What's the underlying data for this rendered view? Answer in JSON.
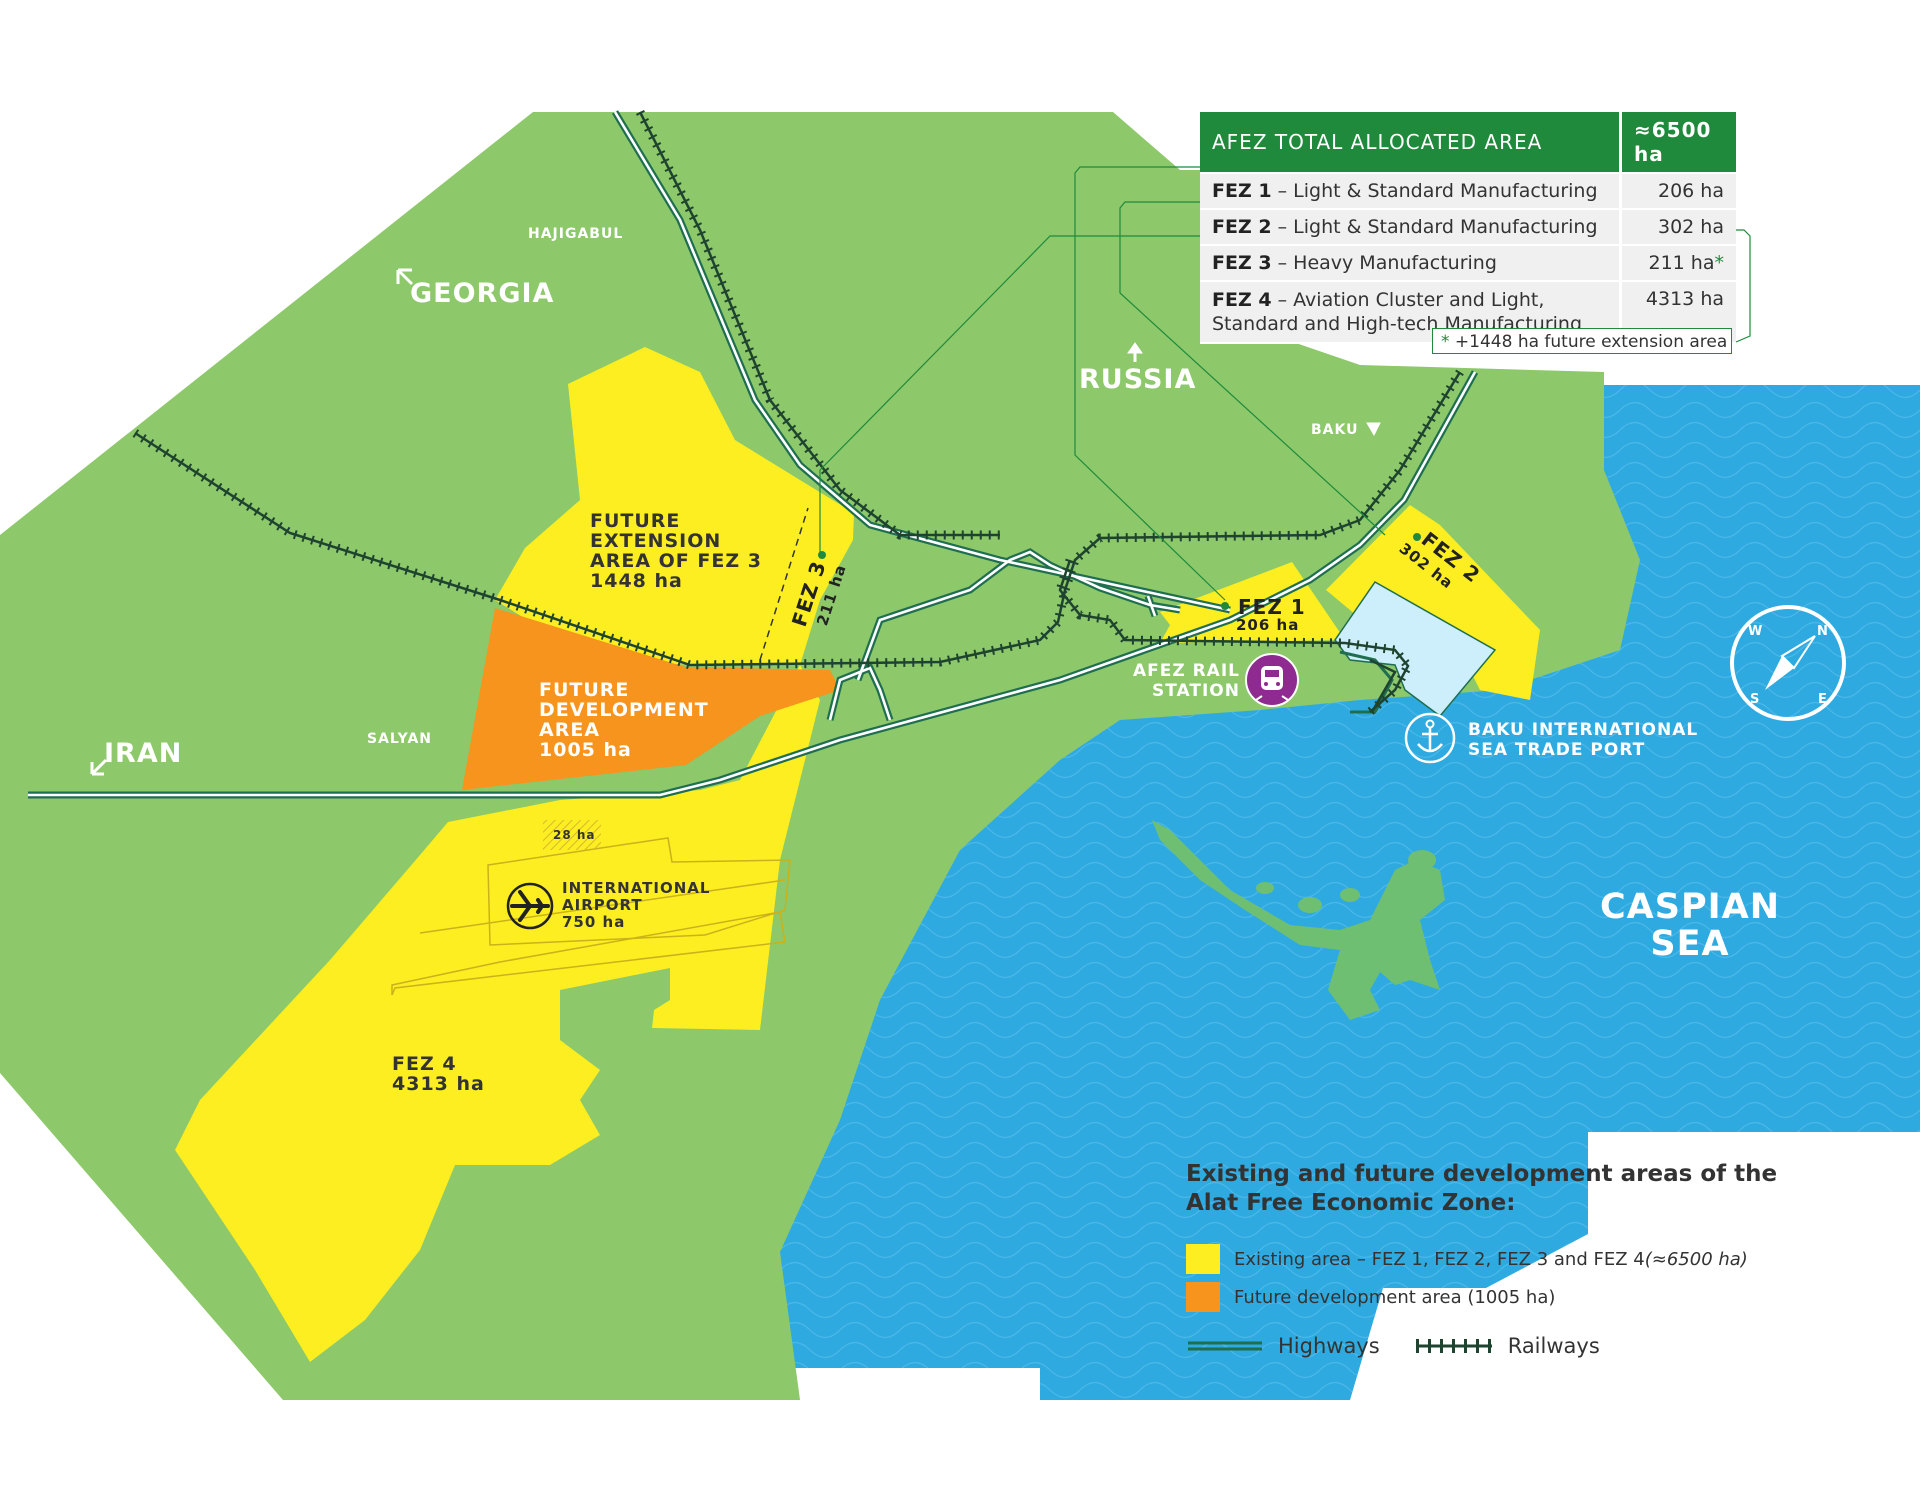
{
  "table": {
    "header_label": "AFEZ TOTAL ALLOCATED AREA",
    "header_value": "≈6500 ha",
    "rows": [
      {
        "name": "FEZ 1",
        "desc": " – Light & Standard Manufacturing",
        "value": "206 ha"
      },
      {
        "name": "FEZ 2",
        "desc": " – Light & Standard Manufacturing",
        "value": "302 ha"
      },
      {
        "name": "FEZ 3",
        "desc": " – Heavy Manufacturing",
        "value": "211 ha",
        "mark": "*"
      },
      {
        "name": "FEZ 4",
        "desc": " – Aviation Cluster and Light, Standard and High-tech Manufacturing",
        "value": "4313 ha"
      }
    ],
    "footnote_mark": "*",
    "footnote": " +1448 ha future extension area"
  },
  "directions": {
    "georgia": "GEORGIA",
    "russia": "RUSSIA",
    "iran": "IRAN"
  },
  "places": {
    "hajigabul": "HAJIGABUL",
    "salyan": "SALYAN",
    "baku": "BAKU",
    "caspian_1": "CASPIAN",
    "caspian_2": "SEA"
  },
  "areas": {
    "fez3_ext": [
      "FUTURE",
      "EXTENSION",
      "AREA OF FEZ 3",
      "1448 ha"
    ],
    "future_dev": [
      "FUTURE",
      "DEVELOPMENT",
      "AREA",
      "1005 ha"
    ],
    "fez3_name": "FEZ 3",
    "fez3_size": "211 ha",
    "fez1_name": "FEZ 1",
    "fez1_size": "206 ha",
    "fez2_name": "FEZ 2",
    "fez2_size": "302 ha",
    "fez4_name": "FEZ 4",
    "fez4_size": "4313 ha",
    "small_area": "28 ha",
    "airport": [
      "INTERNATIONAL",
      "AIRPORT",
      "750 ha"
    ],
    "rail_station": [
      "AFEZ RAIL",
      "STATION"
    ],
    "sea_port": [
      "BAKU INTERNATIONAL",
      "SEA TRADE PORT"
    ]
  },
  "compass": {
    "n": "N",
    "e": "E",
    "s": "S",
    "w": "W"
  },
  "legend": {
    "title": "Existing and future development areas of the Alat Free Economic Zone:",
    "existing": "Existing area – FEZ 1, FEZ 2, FEZ 3 and FEZ 4 ",
    "existing_note": "(≈6500 ha)",
    "future": "Future development area (1005 ha)",
    "highways": "Highways",
    "railways": "Railways"
  },
  "colors": {
    "land": "#8dc86a",
    "existing": "#fcee21",
    "future": "#f7941d",
    "sea": "#2eaae1",
    "highway": "#1f6e50",
    "railway": "#1e4430",
    "accent": "#1f8a3c"
  },
  "icons": [
    "airplane-icon",
    "train-icon",
    "anchor-icon",
    "compass-icon",
    "arrow-icon"
  ]
}
